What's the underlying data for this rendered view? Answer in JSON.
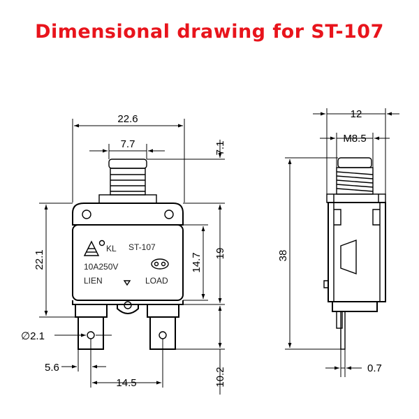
{
  "title": "Dimensional drawing for ST-107",
  "colors": {
    "title": "#e8141c",
    "line": "#000000"
  },
  "device": {
    "logo_text": "KL",
    "model": "ST-107",
    "rating": "10A250V",
    "line_label": "LIEN",
    "load_label": "LOAD"
  },
  "dims": {
    "width": "22.6",
    "button": "7.7",
    "button_height": "7.1",
    "body_height": "22.1",
    "inner_height": "14.7",
    "mount_height": "19",
    "hole": "∅2.1",
    "terminal_offset": "5.6",
    "terminal_spacing": "14.5",
    "terminal_length": "10.2",
    "side_width": "12",
    "thread": "M8.5",
    "total_height": "38",
    "terminal_thickness": "0.7"
  }
}
